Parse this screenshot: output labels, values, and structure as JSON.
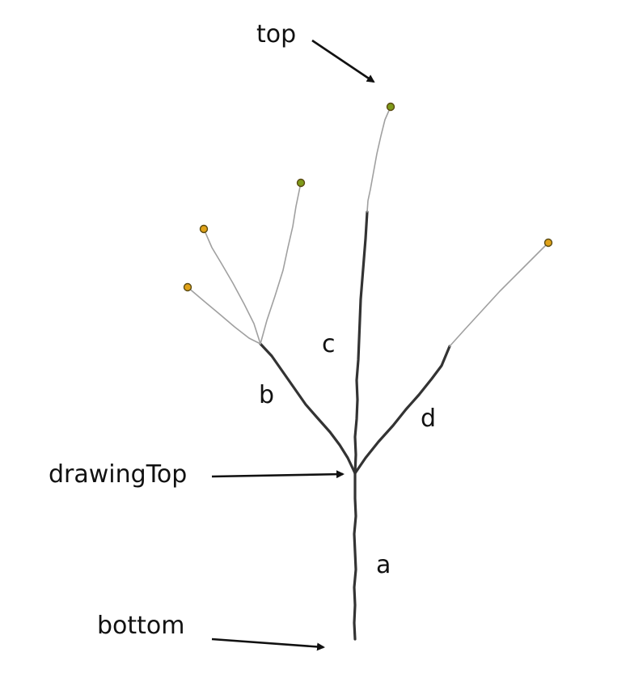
{
  "labels": {
    "top": "top",
    "drawing_top": "drawingTop",
    "bottom": "bottom",
    "a": "a",
    "b": "b",
    "c": "c",
    "d": "d"
  },
  "colors": {
    "tip_orange": "#e0a218",
    "tip_olive": "#7f9a1a",
    "thick_branch": "#333333",
    "thin_branch": "#a0a0a0",
    "arrow": "#111111"
  }
}
